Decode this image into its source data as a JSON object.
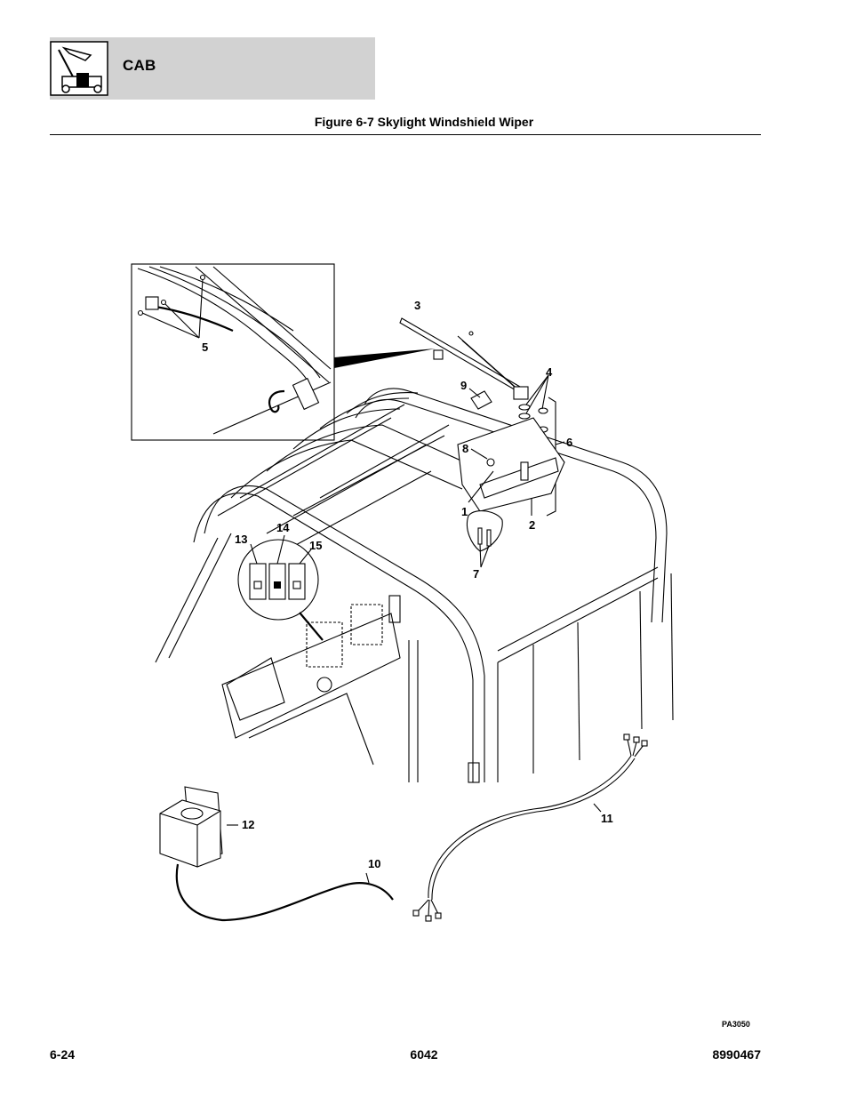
{
  "header": {
    "section_title": "CAB",
    "logo_icon": "boom-lift-icon"
  },
  "figure": {
    "caption": "Figure 6-7 Skylight Windshield Wiper",
    "code": "PA3050",
    "callouts": {
      "c1": "1",
      "c2": "2",
      "c3": "3",
      "c4": "4",
      "c5": "5",
      "c6": "6",
      "c7": "7",
      "c8": "8",
      "c9": "9",
      "c10": "10",
      "c11": "11",
      "c12": "12",
      "c13": "13",
      "c14": "14",
      "c15": "15"
    }
  },
  "footer": {
    "page_number": "6-24",
    "model": "6042",
    "part_number": "8990467"
  },
  "colors": {
    "header_band": "#d2d2d2",
    "ink": "#000000"
  }
}
